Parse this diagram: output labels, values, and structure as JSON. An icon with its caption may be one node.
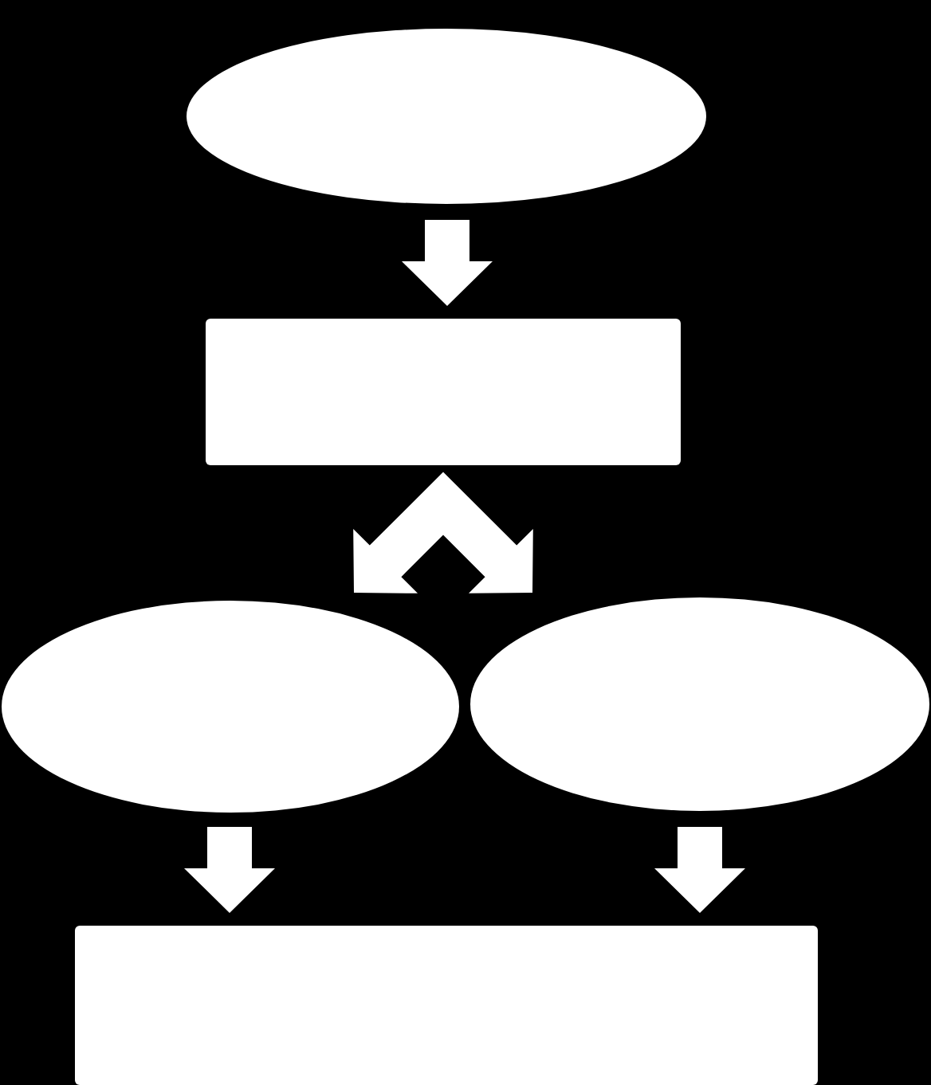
{
  "diagram": {
    "nodes": [
      {
        "text": [],
        "shape": "ellipse"
      },
      {
        "text": [],
        "shape": "box"
      },
      {
        "text": [],
        "shape": "ellipse"
      },
      {
        "text": [],
        "shape": "ellipse"
      },
      {
        "text": [],
        "shape": "box"
      }
    ],
    "edges": [
      {
        "from": 0,
        "to": 1,
        "arrow": "to"
      },
      {
        "from": 1,
        "to": 2,
        "arrow": "to"
      },
      {
        "from": 1,
        "to": 3,
        "arrow": "to"
      },
      {
        "from": 2,
        "to": 4,
        "arrow": "to"
      },
      {
        "from": 3,
        "to": 4,
        "arrow": "to"
      }
    ]
  }
}
